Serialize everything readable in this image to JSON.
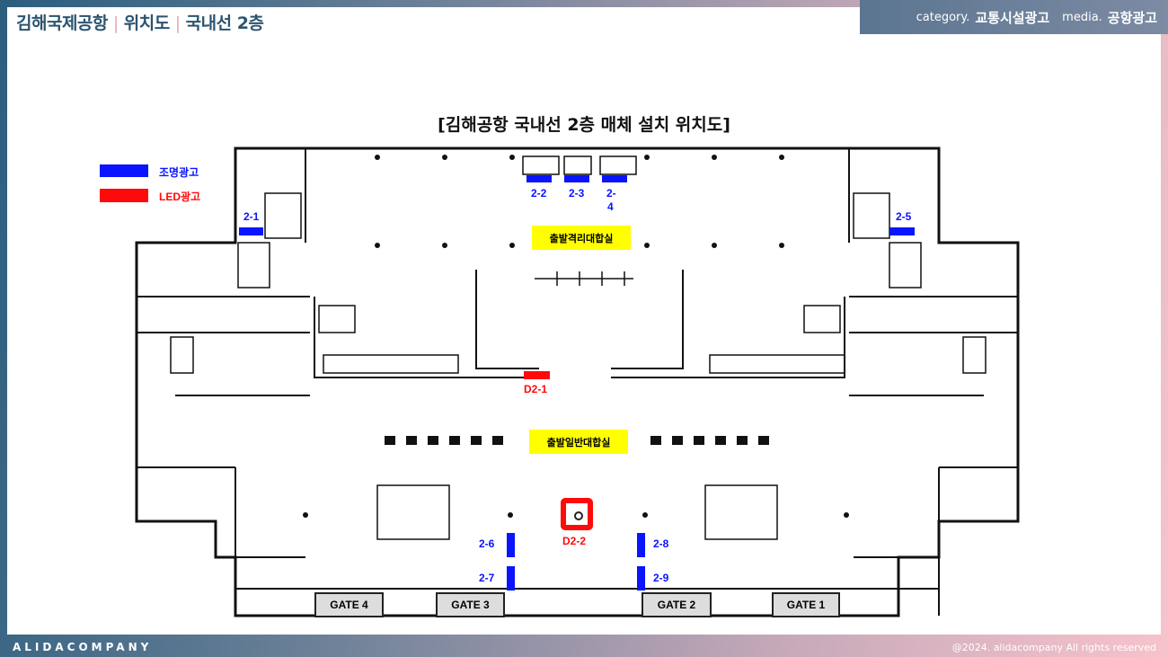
{
  "header": {
    "title_parts": [
      "김해국제공항",
      "위치도",
      "국내선 2층"
    ],
    "separator": "|",
    "category_label": "category.",
    "category_value": "교통시설광고",
    "media_label": "media.",
    "media_value": "공항광고"
  },
  "map": {
    "title": "[김해공항 국내선 2층 매체 설치 위치도]",
    "legend": [
      {
        "label": "조명광고",
        "color": "#0a14ff"
      },
      {
        "label": "LED광고",
        "color": "#ff0a0a"
      }
    ],
    "rooms": [
      "출발격리대합실",
      "출발일반대합실"
    ],
    "gates": [
      "GATE 4",
      "GATE 3",
      "GATE 2",
      "GATE 1"
    ],
    "markers": {
      "m21": "2-1",
      "m22": "2-2",
      "m23": "2-3",
      "m24a": "2-",
      "m24b": "4",
      "m25": "2-5",
      "m26": "2-6",
      "m27": "2-7",
      "m28": "2-8",
      "m29": "2-9",
      "d21": "D2-1",
      "d22": "D2-2"
    }
  },
  "footer": {
    "brand": "ALIDACOMPANY",
    "copyright": "@2024. alidacompany All rights reserved"
  }
}
